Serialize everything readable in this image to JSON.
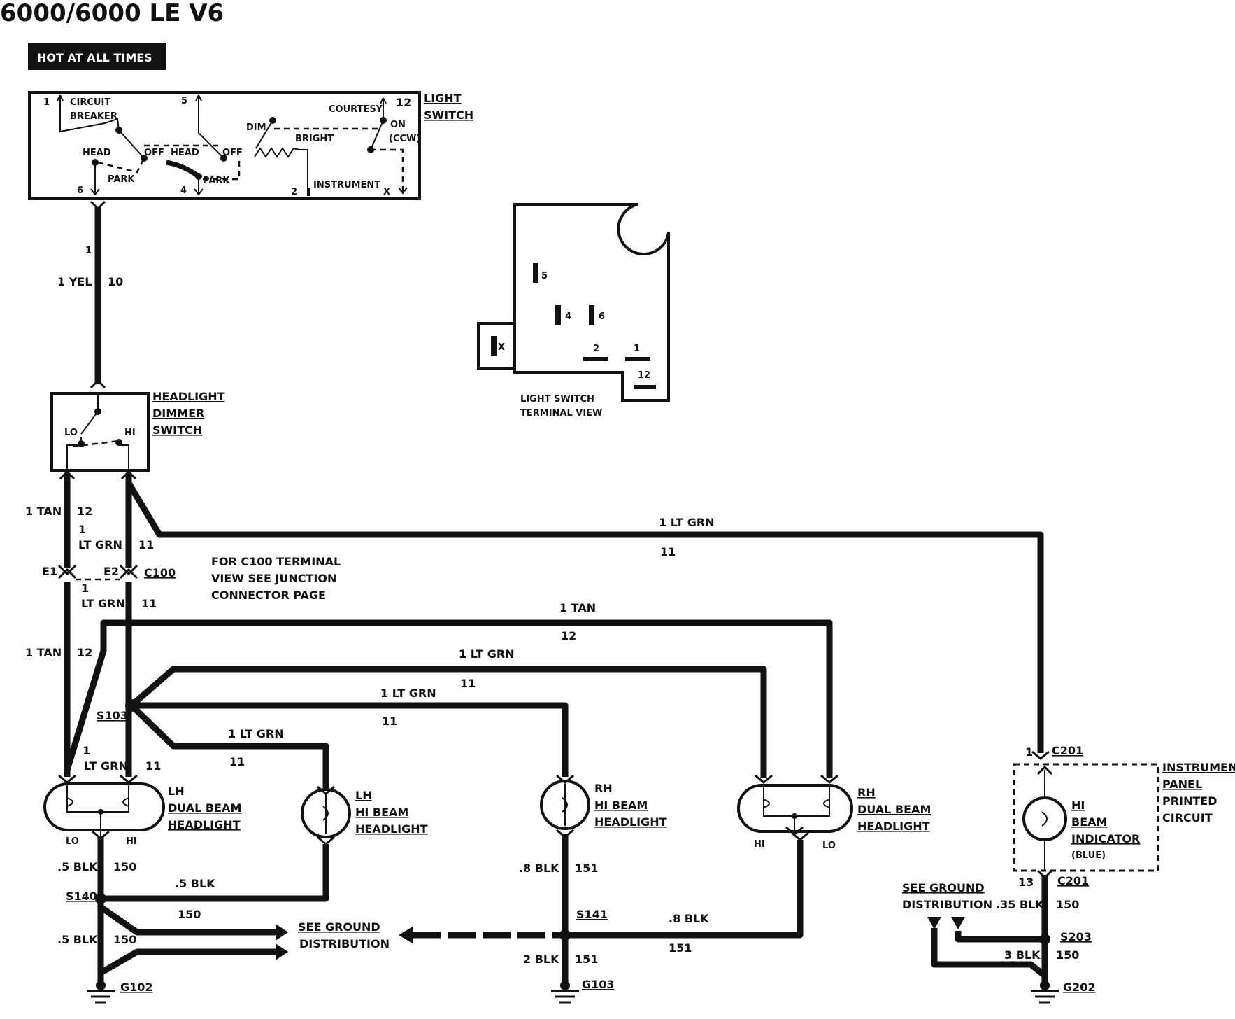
{
  "title": "6000/6000 LE  V6",
  "hot_label": "HOT AT ALL TIMES",
  "light_switch": {
    "name_line1": "LIGHT",
    "name_line2": "SWITCH",
    "t1": "1",
    "t5": "5",
    "t12": "12",
    "t6": "6",
    "t4": "4",
    "t2": "2",
    "tx": "X",
    "circuit": "CIRCUIT",
    "breaker": "BREAKER",
    "head_l": "HEAD",
    "off_l": "OFF",
    "park_l": "PARK",
    "head_m": "HEAD",
    "off_m": "OFF",
    "park_m": "PARK",
    "dim": "DIM",
    "bright": "BRIGHT",
    "courtesy": "COURTESY",
    "on": "ON",
    "ccw": "(CCW)",
    "instrument": "INSTRUMENT"
  },
  "terminal_view": {
    "label_line1": "LIGHT SWITCH",
    "label_line2": "TERMINAL VIEW",
    "p5": "5",
    "p4": "4",
    "p6": "6",
    "px": "X",
    "p2": "2",
    "p1": "1",
    "p12": "12"
  },
  "wire_yel": {
    "gauge": "1 YEL",
    "circuit": "10",
    "mark": "1"
  },
  "dimmer": {
    "line1": "HEADLIGHT",
    "line2": "DIMMER",
    "line3": "SWITCH",
    "lo": "LO",
    "hi": "HI"
  },
  "w_tan_top": {
    "gauge": "1 TAN",
    "circuit": "12"
  },
  "w_ltgrn_top": {
    "num": "1",
    "gauge": "LT GRN",
    "circuit": "11"
  },
  "w_ltgrn_long": {
    "gauge": "1 LT GRN",
    "circuit": "11"
  },
  "c100": {
    "e1": "E1",
    "e2": "E2",
    "name": "C100"
  },
  "c100_note": {
    "line1": "FOR C100 TERMINAL",
    "line2": "VIEW SEE JUNCTION",
    "line3": "CONNECTOR PAGE"
  },
  "w_ltgrn_mid": {
    "num": "1",
    "gauge": "LT GRN",
    "circuit": "11"
  },
  "w_tan_mid": {
    "gauge": "1 TAN",
    "circuit": "12"
  },
  "w_tan_long": {
    "gauge": "1 TAN",
    "circuit": "12"
  },
  "w_ltgrn_rh_dual": {
    "gauge": "1 LT GRN",
    "circuit": "11"
  },
  "w_ltgrn_rh_hi": {
    "gauge": "1 LT GRN",
    "circuit": "11"
  },
  "w_ltgrn_lh_hi": {
    "gauge": "1 LT GRN",
    "circuit": "11"
  },
  "s103": "S103",
  "w_ltgrn_lh_dual": {
    "num": "1",
    "gauge": "LT GRN",
    "circuit": "11"
  },
  "lh_dual": {
    "line1": "LH",
    "line2": "DUAL BEAM",
    "line3": "HEADLIGHT",
    "lo": "LO",
    "hi": "HI"
  },
  "lh_hi": {
    "line1": "LH",
    "line2": "HI BEAM",
    "line3": "HEADLIGHT"
  },
  "rh_hi": {
    "line1": "RH",
    "line2": "HI BEAM",
    "line3": "HEADLIGHT"
  },
  "rh_dual": {
    "line1": "RH",
    "line2": "DUAL BEAM",
    "line3": "HEADLIGHT",
    "hi": "HI",
    "lo": "LO"
  },
  "c201_top": {
    "num": "1",
    "name": "C201"
  },
  "ipc": {
    "line1": "INSTRUMENT",
    "line2": "PANEL",
    "line3": "PRINTED",
    "line4": "CIRCUIT"
  },
  "indicator": {
    "line1": "HI",
    "line2": "BEAM",
    "line3": "INDICATOR",
    "line4": "(BLUE)"
  },
  "c201_bot": {
    "num": "13",
    "name": "C201"
  },
  "w_lh_blk": {
    "gauge": ".5 BLK",
    "circuit": "150"
  },
  "w_lhhi_blk": {
    "gauge": ".5 BLK"
  },
  "s140": "S140",
  "w_s140_gnd": {
    "circuit": "150"
  },
  "w_lh_blk2": {
    "gauge": ".5 BLK",
    "circuit": "150"
  },
  "see_ground_mid": {
    "line1": "SEE GROUND",
    "line2": "DISTRIBUTION"
  },
  "g102": "G102",
  "w_rhhi_blk": {
    "gauge": ".8 BLK",
    "circuit": "151"
  },
  "s141": "S141",
  "w_rhdual_blk": {
    "gauge": ".8 BLK",
    "circuit": "151"
  },
  "w_s141_gnd": {
    "gauge": "2 BLK",
    "circuit": "151"
  },
  "g103": "G103",
  "see_ground_right": {
    "line1": "SEE GROUND",
    "line2": "DISTRIBUTION"
  },
  "w_ind_blk": {
    "gauge": ".35 BLK",
    "circuit": "150"
  },
  "s203": "S203",
  "w_s203_gnd": {
    "gauge": "3 BLK",
    "circuit": "150"
  },
  "g202": "G202"
}
